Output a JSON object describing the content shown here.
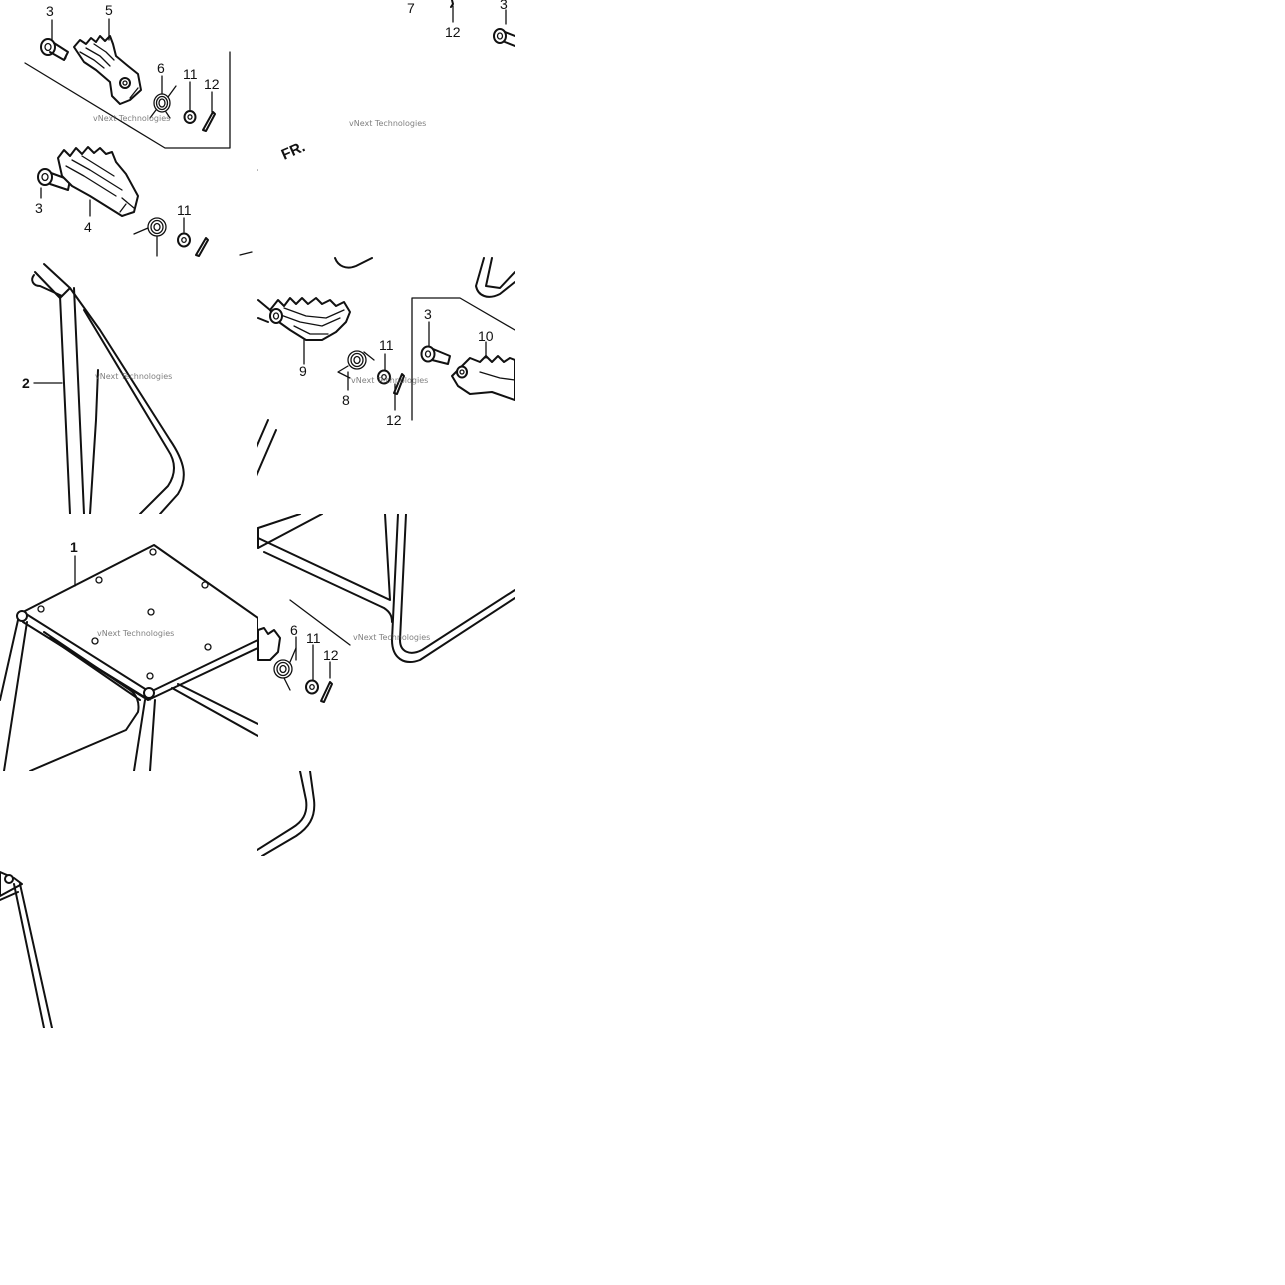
{
  "diagram": {
    "part_numbers": [
      "1",
      "2",
      "3",
      "4",
      "5",
      "6",
      "7",
      "8",
      "9",
      "10",
      "11",
      "12"
    ],
    "direction_label": "FR.",
    "watermark": "vNext Technologies"
  }
}
